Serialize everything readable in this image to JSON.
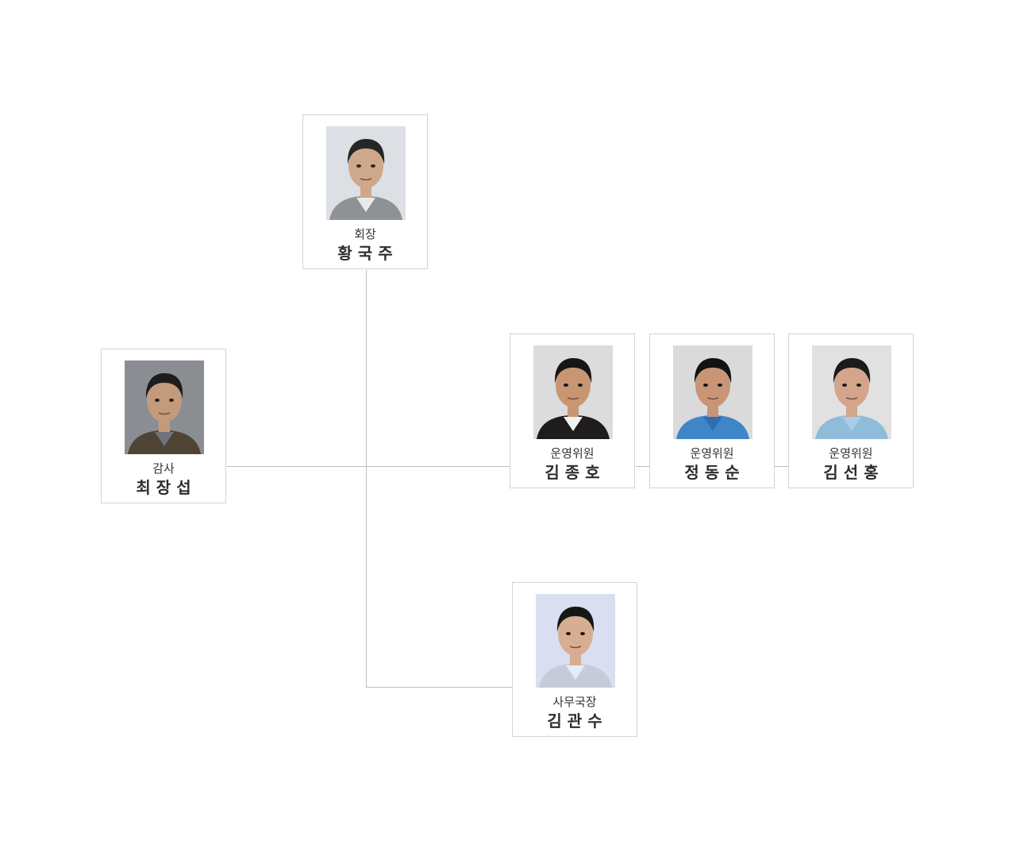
{
  "members": {
    "president": {
      "role": "회장",
      "name": "황국주",
      "colors": {
        "bg": "#dcdfe3",
        "hair": "#262626",
        "skin": "#cfa88c",
        "clothes": "#8e9296",
        "collar": "#e9e9e9"
      }
    },
    "auditor": {
      "role": "감사",
      "name": "최장섭",
      "colors": {
        "bg": "#8a8e92",
        "hair": "#1d1d1d",
        "skin": "#c49a7c",
        "clothes": "#4e4335",
        "collar": "#6f747a"
      }
    },
    "committee_1": {
      "role": "운영위원",
      "name": "김종호",
      "colors": {
        "bg": "#dcdcdc",
        "hair": "#161616",
        "skin": "#c89673",
        "clothes": "#1e1c1c",
        "collar": "#f2f2f2"
      }
    },
    "committee_2": {
      "role": "운영위원",
      "name": "정동순",
      "colors": {
        "bg": "#dadada",
        "hair": "#131313",
        "skin": "#c99577",
        "clothes": "#3f86c9",
        "collar": "#2f6db0"
      }
    },
    "committee_3": {
      "role": "운영위원",
      "name": "김선홍",
      "colors": {
        "bg": "#e1e1e1",
        "hair": "#1b1b1b",
        "skin": "#d3a58a",
        "clothes": "#8fbcd9",
        "collar": "#a9cde4"
      }
    },
    "secretary_general": {
      "role": "사무국장",
      "name": "김관수",
      "colors": {
        "bg": "#d9dff0",
        "hair": "#161616",
        "skin": "#d8ae92",
        "clothes": "#c7cbd9",
        "collar": "#e8ebf2"
      }
    }
  },
  "connector_color": "#bdbdbd",
  "border_color": "#d4d4d4"
}
